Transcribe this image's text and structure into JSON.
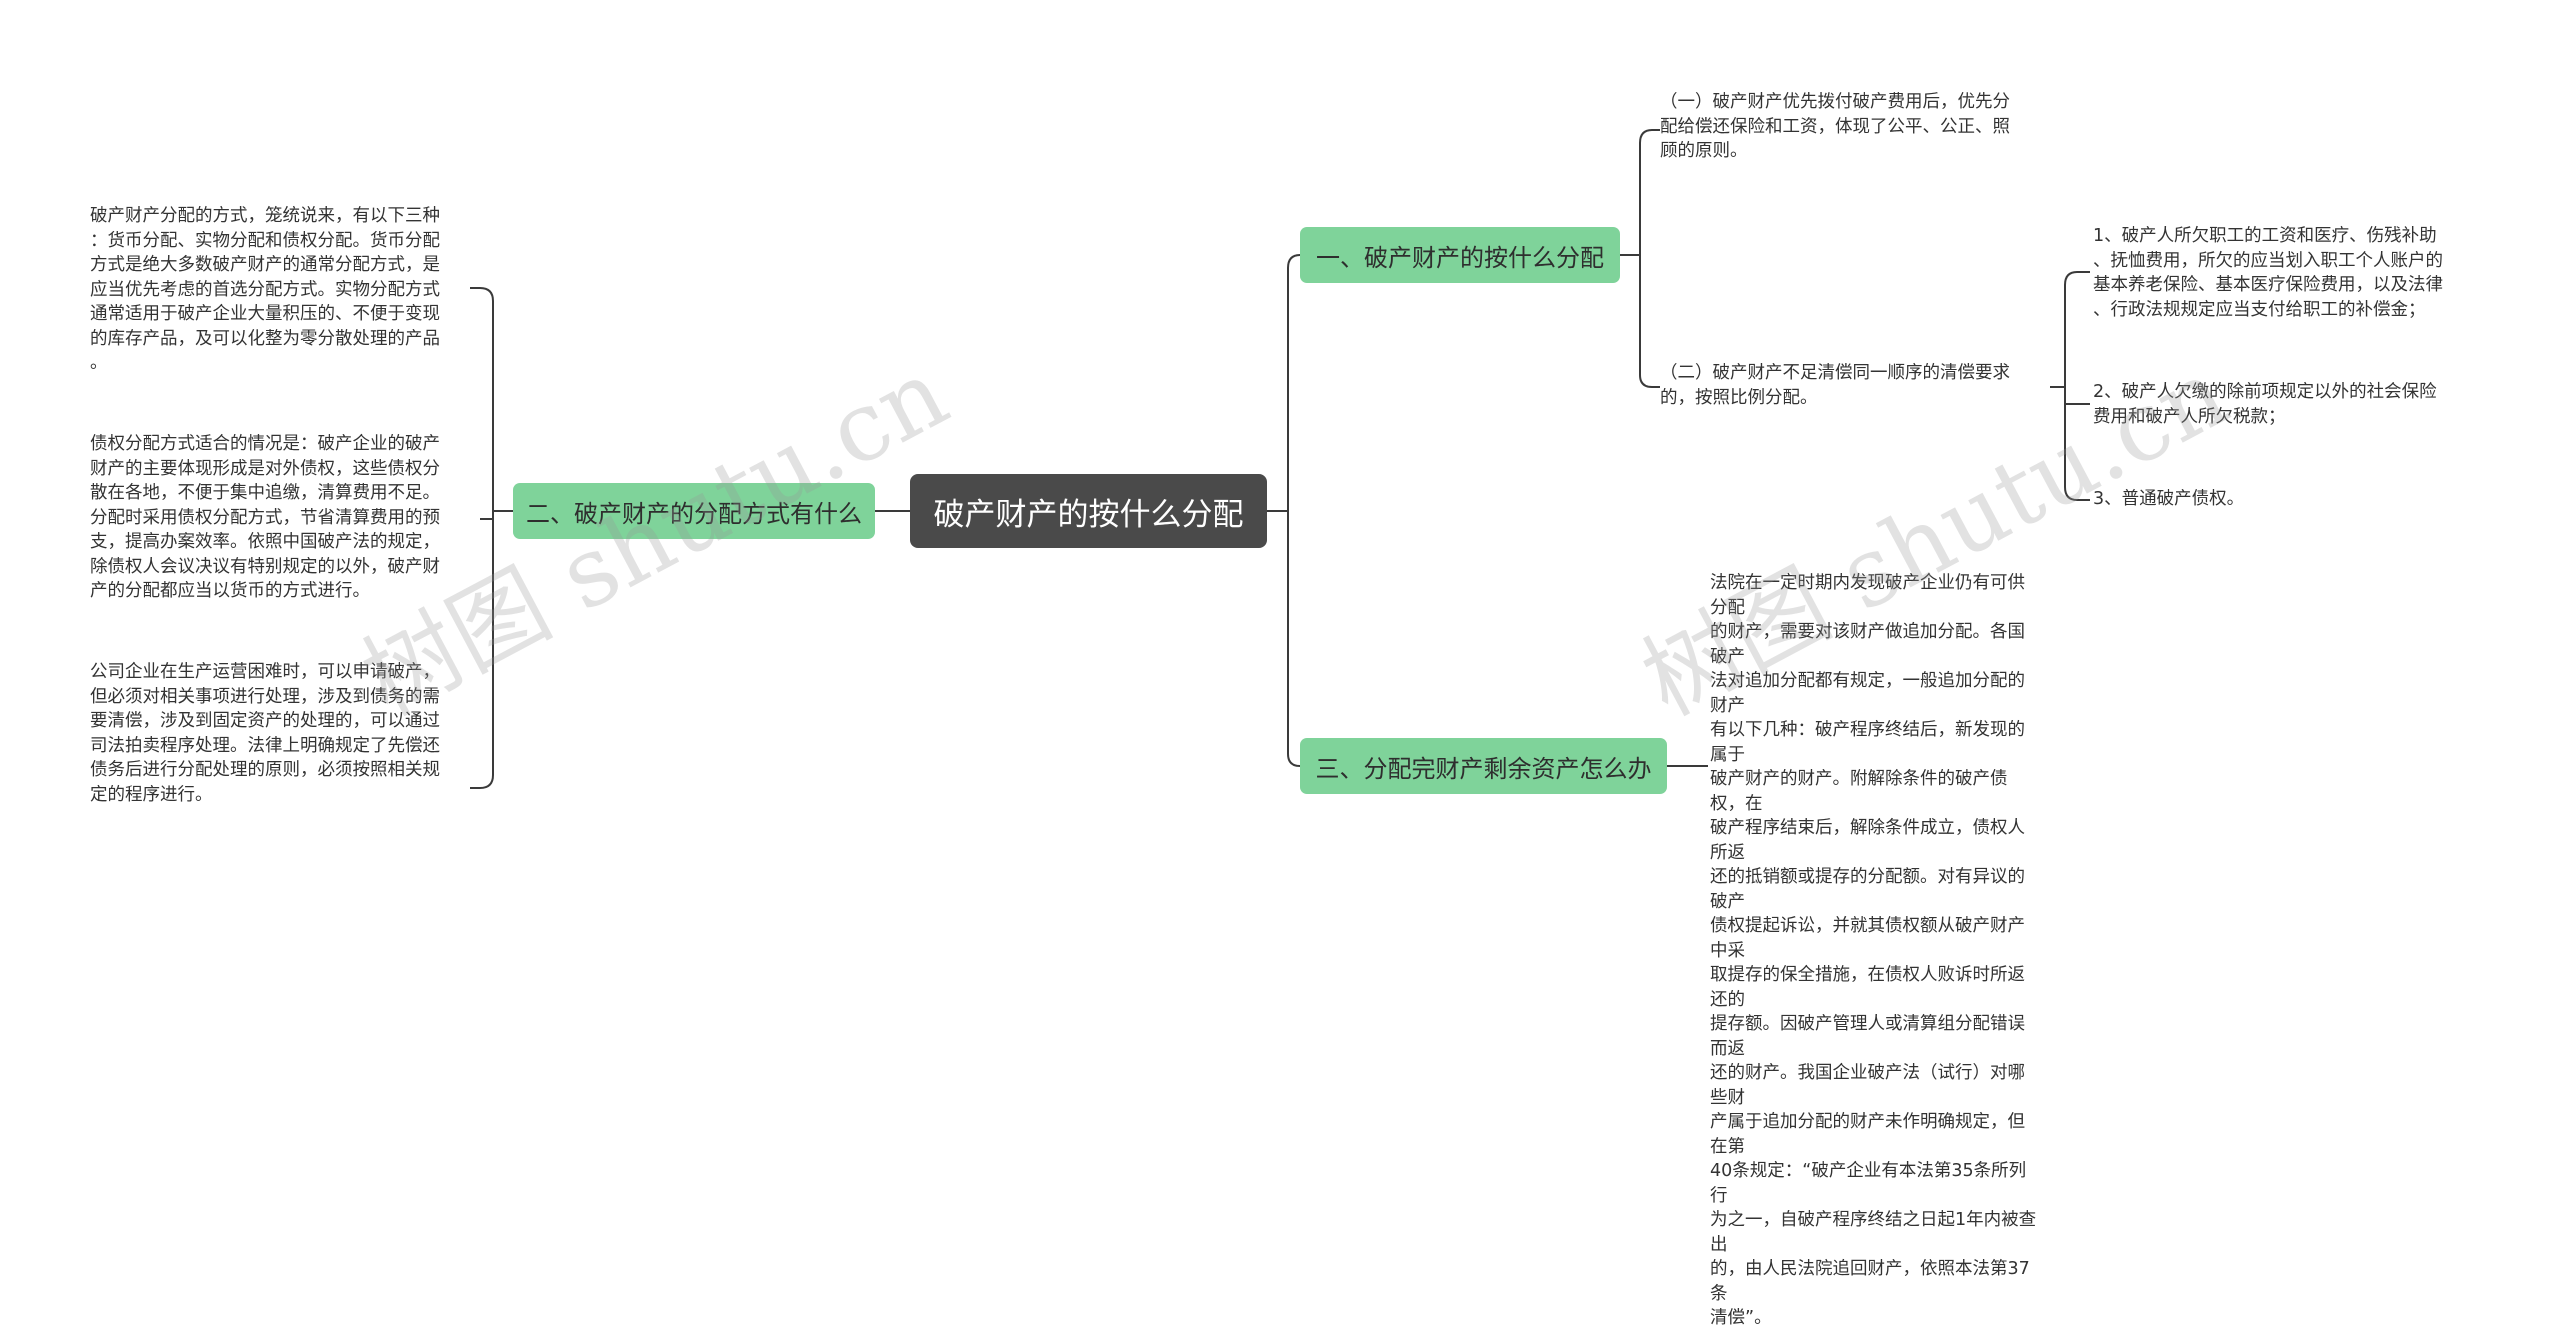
{
  "root": {
    "label": "破产财产的按什么分配"
  },
  "branches": [
    {
      "label": "一、破产财产的按什么分配",
      "leaves": [
        "（一）破产财产优先拨付破产费用后，优先分\n配给偿还保险和工资，体现了公平、公正、照\n顾的原则。",
        "（二）破产财产不足清偿同一顺序的清偿要求\n的，按照比例分配。"
      ],
      "sub_leaves": [
        "1、破产人所欠职工的工资和医疗、伤残补助\n、抚恤费用，所欠的应当划入职工个人账户的\n基本养老保险、基本医疗保险费用，以及法律\n、行政法规规定应当支付给职工的补偿金；",
        "2、破产人欠缴的除前项规定以外的社会保险\n费用和破产人所欠税款；",
        "3、普通破产债权。"
      ]
    },
    {
      "label": "二、破产财产的分配方式有什么",
      "leaves": [
        "破产财产分配的方式，笼统说来，有以下三种\n：货币分配、实物分配和债权分配。货币分配\n方式是绝大多数破产财产的通常分配方式，是\n应当优先考虑的首选分配方式。实物分配方式\n通常适用于破产企业大量积压的、不便于变现\n的库存产品，及可以化整为零分散处理的产品\n。",
        "债权分配方式适合的情况是：破产企业的破产\n财产的主要体现形成是对外债权，这些债权分\n散在各地，不便于集中追缴，清算费用不足。\n分配时采用债权分配方式，节省清算费用的预\n支，提高办案效率。依照中国破产法的规定，\n除债权人会议决议有特别规定的以外，破产财\n产的分配都应当以货币的方式进行。",
        "公司企业在生产运营困难时，可以申请破产，\n但必须对相关事项进行处理，涉及到债务的需\n要清偿，涉及到固定资产的处理的，可以通过\n司法拍卖程序处理。法律上明确规定了先偿还\n债务后进行分配处理的原则，必须按照相关规\n定的程序进行。"
      ]
    },
    {
      "label": "三、分配完财产剩余资产怎么办",
      "leaves": [
        "法院在一定时期内发现破产企业仍有可供分配\n的财产，需要对该财产做追加分配。各国破产\n法对追加分配都有规定，一般追加分配的财产\n有以下几种：破产程序终结后，新发现的属于\n破产财产的财产。附解除条件的破产债权，在\n破产程序结束后，解除条件成立，债权人所返\n还的抵销额或提存的分配额。对有异议的破产\n债权提起诉讼，并就其债权额从破产财产中采\n取提存的保全措施，在债权人败诉时所返还的\n提存额。因破产管理人或清算组分配错误而返\n还的财产。我国企业破产法（试行）对哪些财\n产属于追加分配的财产未作明确规定，但在第\n40条规定：“破产企业有本法第35条所列行\n为之一，自破产程序终结之日起1年内被查出\n的，由人民法院追回财产，依照本法第37条\n清偿”。"
      ]
    }
  ],
  "watermark": {
    "text": "树图 shutu.cn"
  },
  "colors": {
    "root_bg": "#4a4a4a",
    "branch_bg": "#7fd39a",
    "line": "#333333"
  }
}
